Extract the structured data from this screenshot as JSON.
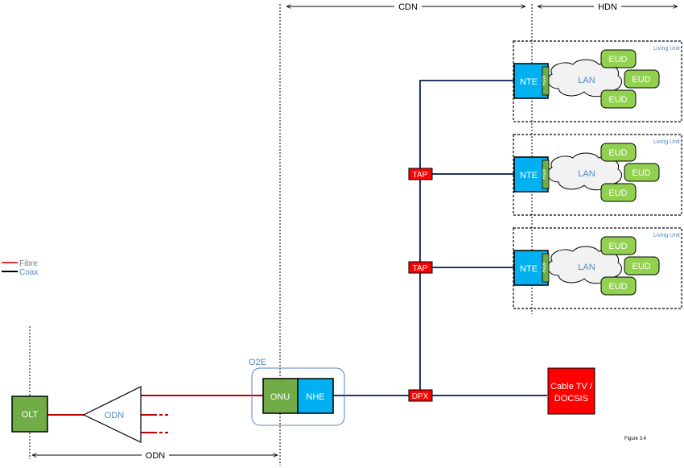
{
  "segments": {
    "cdn": "CDN",
    "hdn": "HDN",
    "odn_bottom": "ODN"
  },
  "legend": {
    "fibre": "Fibre",
    "coax": "Coax",
    "fibre_color": "#e03030",
    "coax_color": "#000000"
  },
  "nodes": {
    "olt": "OLT",
    "odn": "ODN",
    "o2e": "O2E",
    "onu": "ONU",
    "nhe": "NHE",
    "dpx": "DPX",
    "tap": "TAP",
    "nte": "NTE",
    "nte_port": "HGW",
    "lan": "LAN",
    "eud": "EUD",
    "living_unit": "Living Unit",
    "cable_tv_line1": "Cable TV /",
    "cable_tv_line2": "DOCSIS"
  },
  "caption": "Figure 3.4",
  "colors": {
    "green": "#70ad47",
    "blue": "#00b0f0",
    "red": "#ff0000",
    "coax_line": "#1f3864",
    "fibre_line": "#c00000",
    "label_blue": "#4f86c6"
  }
}
